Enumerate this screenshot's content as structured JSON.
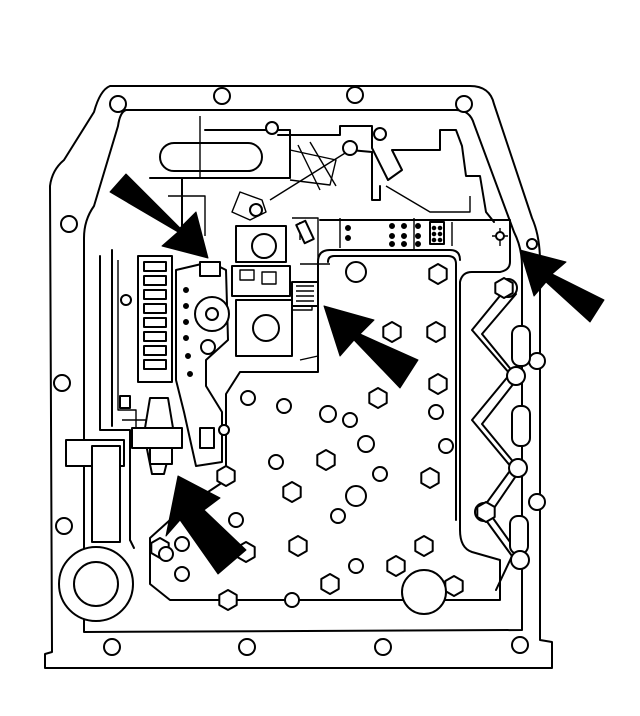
{
  "figure": {
    "kind": "line-drawing",
    "subject_icon": "transmission-valve-body-icon",
    "colors": {
      "line": "#000000",
      "background": "#ffffff"
    },
    "pointers": [
      {
        "id": "pointer-upper-left",
        "direction": "down-right"
      },
      {
        "id": "pointer-upper-right",
        "direction": "up-left"
      },
      {
        "id": "pointer-center",
        "direction": "up-left"
      },
      {
        "id": "pointer-lower-left",
        "direction": "up-left"
      }
    ]
  }
}
